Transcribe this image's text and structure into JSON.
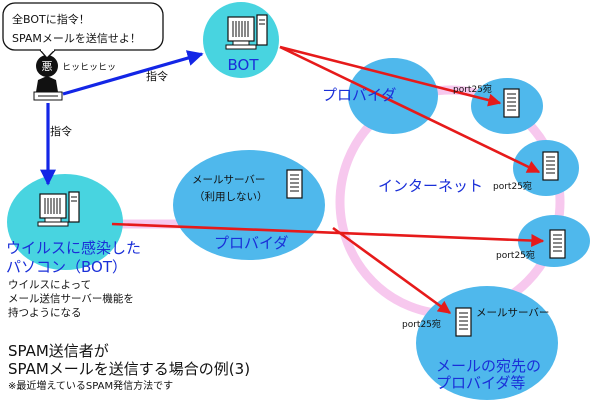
{
  "speech_bubble": {
    "line1": "全BOTに指令！",
    "line2": "SPAMメールを送信せよ！"
  },
  "attacker": {
    "label": "ヒッヒッヒッ",
    "sign": "悪"
  },
  "command_labels": {
    "to_bot": "指令",
    "to_pc": "指令"
  },
  "bot_node": {
    "label": "BOT"
  },
  "infected_pc": {
    "title_line1": "ウイルスに感染した",
    "title_line2": "パソコン（BOT）",
    "note_line1": "ウイルスによって",
    "note_line2": "メール送信サーバー機能を",
    "note_line3": "持つようになる"
  },
  "isp_top": {
    "label": "プロバイダ"
  },
  "isp_mid": {
    "label": "プロバイダ",
    "server_line1": "メールサーバー",
    "server_line2": "（利用しない）"
  },
  "internet": {
    "label": "インターネット"
  },
  "port_label": "port25宛",
  "destination": {
    "server_label": "メールサーバー",
    "line1": "メールの宛先の",
    "line2": "プロバイダ等"
  },
  "caption": {
    "line1": "SPAM送信者が",
    "line2": "SPAMメールを送信する場合の例(3)",
    "note": "※最近増えているSPAM発信方法です"
  },
  "colors": {
    "node_fill": "#48d4e0",
    "isp_fill": "#4fb8ec",
    "blue_arrow": "#1326e6",
    "red_arrow": "#e61a1a",
    "ring": "#f7c8ee",
    "text_blue": "#1a2fd8"
  }
}
